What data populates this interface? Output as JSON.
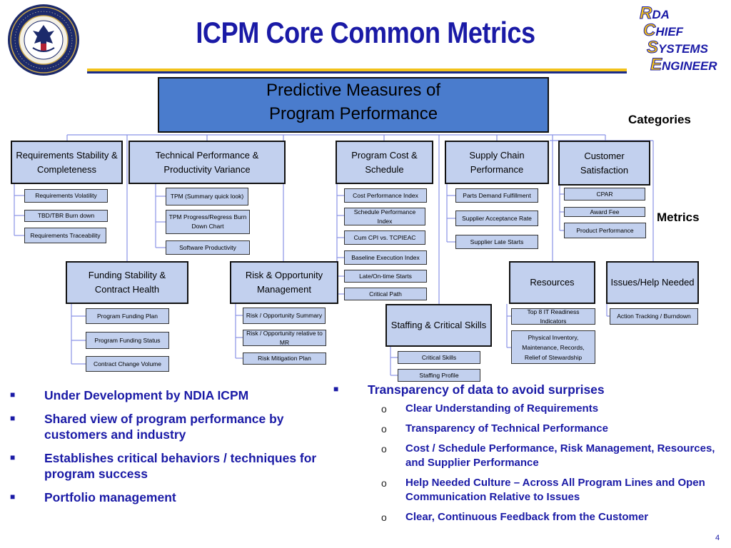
{
  "title": "ICPM Core Common Metrics",
  "seal": {
    "outer_text": "Assistant Secretary of the Navy for Research Development & Acquisition",
    "inner_text": "DEPARTMENT OF THE NAVY · UNITED STATES OF AMERICA",
    "bottom_text": "CHIEF ENGINEER"
  },
  "rdcse": {
    "l1_cap": "R",
    "l1_rest": "DA",
    "l2_cap": "C",
    "l2_rest": "HIEF",
    "l3_cap": "S",
    "l3_rest": "YSTEMS",
    "l4_cap": "E",
    "l4_rest": "NGINEER"
  },
  "diagram": {
    "header_line1": "Predictive Measures of",
    "header_line2": "Program Performance",
    "categories_label": "Categories",
    "metrics_label": "Metrics",
    "categories": {
      "req": "Requirements Stability & Completeness",
      "tech": "Technical Performance & Productivity Variance",
      "cost": "Program Cost & Schedule",
      "supply": "Supply Chain Performance",
      "cust": "Customer Satisfaction",
      "fund": "Funding Stability & Contract Health",
      "risk": "Risk & Opportunity Management",
      "staff": "Staffing & Critical Skills",
      "res": "Resources",
      "issues": "Issues/Help Needed"
    },
    "metrics": {
      "req": [
        "Requirements Volatility",
        "TBD/TBR Burn down",
        "Requirements Traceability"
      ],
      "tech": [
        "TPM (Summary quick look)",
        "TPM Progress/Regress Burn Down Chart",
        "Software Productivity"
      ],
      "cost": [
        "Cost Performance Index",
        "Schedule Performance Index",
        "Cum CPI vs. TCPIEAC",
        "Baseline Execution Index",
        "Late/On-time Starts",
        "Critical Path"
      ],
      "supply": [
        "Parts Demand Fulfillment",
        "Supplier Acceptance Rate",
        "Supplier Late Starts"
      ],
      "cust": [
        "CPAR",
        "Award Fee",
        "Product Performance"
      ],
      "fund": [
        "Program Funding Plan",
        "Program Funding Status",
        "Contract Change Volume"
      ],
      "risk": [
        "Risk / Opportunity Summary",
        "Risk / Opportunity relative to MR",
        "Risk Mitigation Plan"
      ],
      "staff": [
        "Critical Skills",
        "Staffing Profile"
      ],
      "res": [
        "Top 8 IT Readiness Indicators",
        "Physical Inventory, Maintenance, Records, Relief of Stewardship"
      ],
      "issues": [
        "Action Tracking / Burndown"
      ]
    }
  },
  "left_bullets": [
    "Under Development by NDIA ICPM",
    "Shared view of program performance by customers and industry",
    "Establishes critical behaviors / techniques for program success",
    "Portfolio management"
  ],
  "right_bullets": {
    "main": "Transparency of data to avoid surprises",
    "sub": [
      "Clear Understanding of Requirements",
      "Transparency of Technical Performance",
      "Cost / Schedule Performance, Risk Management, Resources, and Supplier Performance",
      "Help Needed Culture – Across All Program Lines and Open Communication Relative to Issues",
      "Clear, Continuous Feedback from the Customer"
    ]
  },
  "page_number": "4",
  "colors": {
    "title_blue": "#1a1aa6",
    "header_fill": "#4a7ccd",
    "box_fill": "#c2d0ee",
    "connector": "#8a93e6",
    "accent_yellow": "#f2c21b"
  }
}
